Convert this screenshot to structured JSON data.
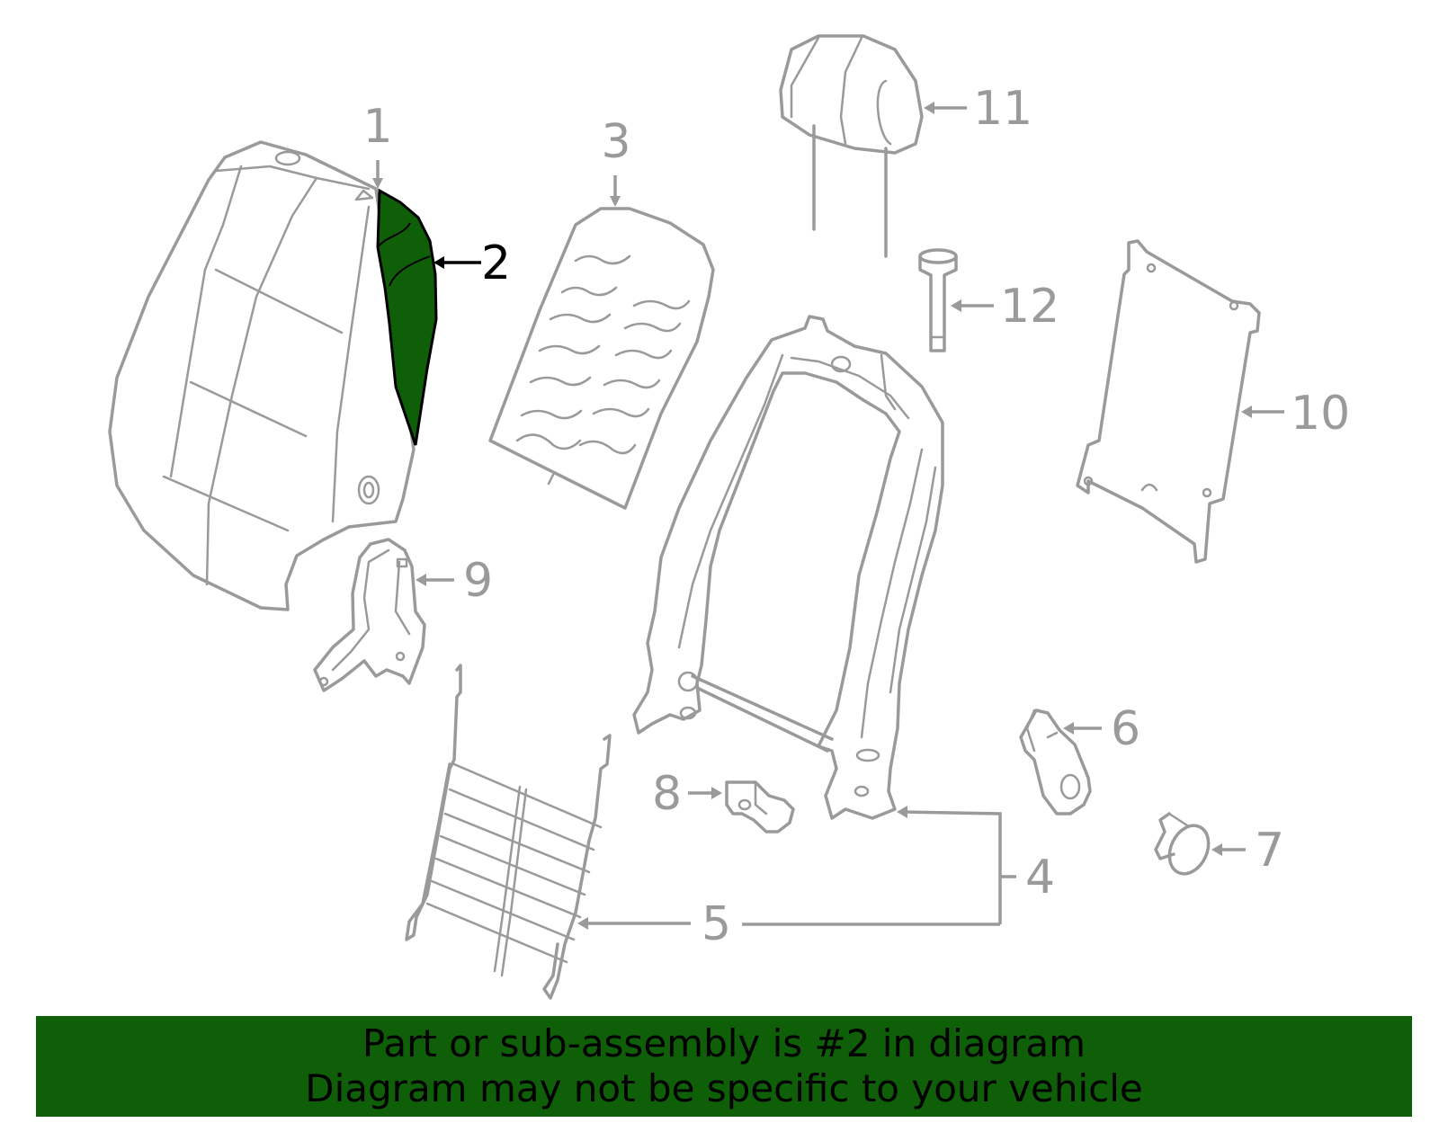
{
  "colors": {
    "highlight_fill": "#0f5e08",
    "line_gray": "#9a9a9a",
    "banner_bg": "#0f5e08",
    "banner_text": "#000000"
  },
  "callouts": {
    "c1": "1",
    "c2": "2",
    "c3": "3",
    "c4": "4",
    "c5": "5",
    "c6": "6",
    "c7": "7",
    "c8": "8",
    "c9": "9",
    "c10": "10",
    "c11": "11",
    "c12": "12"
  },
  "highlighted_part": "2",
  "banner": {
    "line1": "Part or sub-assembly is #2 in diagram",
    "line2": "Diagram may not be specific to your vehicle"
  }
}
